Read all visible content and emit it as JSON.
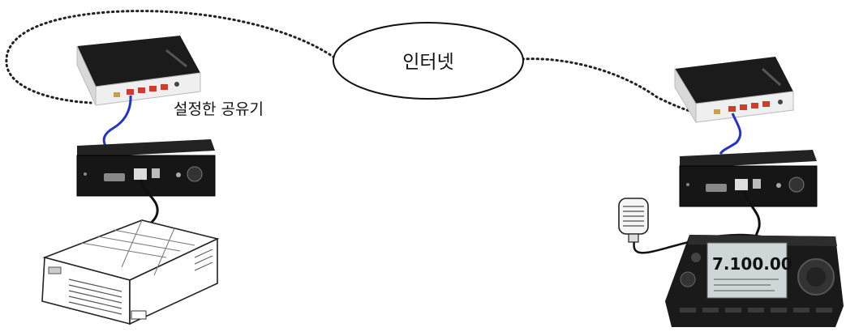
{
  "labels": {
    "internet": "인터넷",
    "router_left": "설정한 공유기"
  },
  "radio_display": {
    "frequency": "7.100.00"
  },
  "colors": {
    "network_cable": "#2233cc",
    "device_dark": "#1a1a1a",
    "router_body": "#efefef",
    "port_red": "#d23a2a",
    "port_gold": "#c9a04a"
  },
  "devices": [
    {
      "id": "router-left",
      "icon": "router-icon"
    },
    {
      "id": "remote-box-left",
      "icon": "remote-interface-icon"
    },
    {
      "id": "radio-left",
      "icon": "transceiver-icon"
    },
    {
      "id": "router-right",
      "icon": "router-icon"
    },
    {
      "id": "remote-box-right",
      "icon": "remote-interface-icon"
    },
    {
      "id": "radio-right",
      "icon": "transceiver-icon"
    },
    {
      "id": "microphone",
      "icon": "microphone-icon"
    }
  ]
}
